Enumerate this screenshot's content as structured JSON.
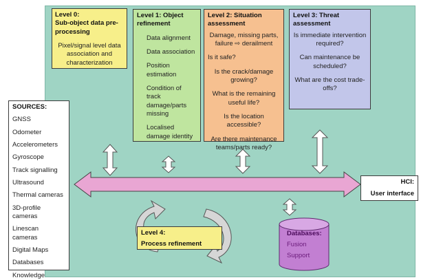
{
  "level0": {
    "title_line1": "Level 0:",
    "title_line2": "Sub-object data pre-processing",
    "body": "Pixel/signal level data association and characterization"
  },
  "level1": {
    "title": "Level 1: Object refinement",
    "items": [
      "Data alignment",
      "Data association",
      "Position estimation",
      "Condition of track damage/parts missing",
      "Localised damage identity"
    ]
  },
  "level2": {
    "title": "Level 2: Situation assessment",
    "items": [
      "Damage, missing parts, failure ⇨ derailment",
      "Is it safe?",
      "Is the crack/damage growing?",
      "What is the remaining useful life?",
      "Is the location accessible?",
      "Are there maintenance teams/parts ready?"
    ]
  },
  "level3": {
    "title": "Level 3: Threat assessment",
    "items": [
      "Is immediate intervention required?",
      "Can maintenance be scheduled?",
      "What are the cost trade-offs?"
    ]
  },
  "sources": {
    "title": "SOURCES:",
    "items": [
      "GNSS",
      "Odometer",
      "Accelerometers",
      "Gyroscope",
      "Track signalling",
      "Ultrasound",
      "Thermal cameras",
      "3D-profile cameras",
      "Linescan cameras",
      "Digital Maps",
      "Databases",
      "Knowledge"
    ]
  },
  "hci": {
    "title": "HCI:",
    "label": "User interface"
  },
  "level4": {
    "title": "Level 4:",
    "label": "Process refinement"
  },
  "databases": {
    "title": "Databases:",
    "items": [
      "Fusion",
      "Support"
    ]
  },
  "colors": {
    "background": "#9fd4c4",
    "level0": "#f7ef8a",
    "level1": "#bfe59f",
    "level2": "#f6c090",
    "level3": "#c2c6ea",
    "bus_arrow": "#e9a6d3",
    "database": "#c27fd2"
  }
}
